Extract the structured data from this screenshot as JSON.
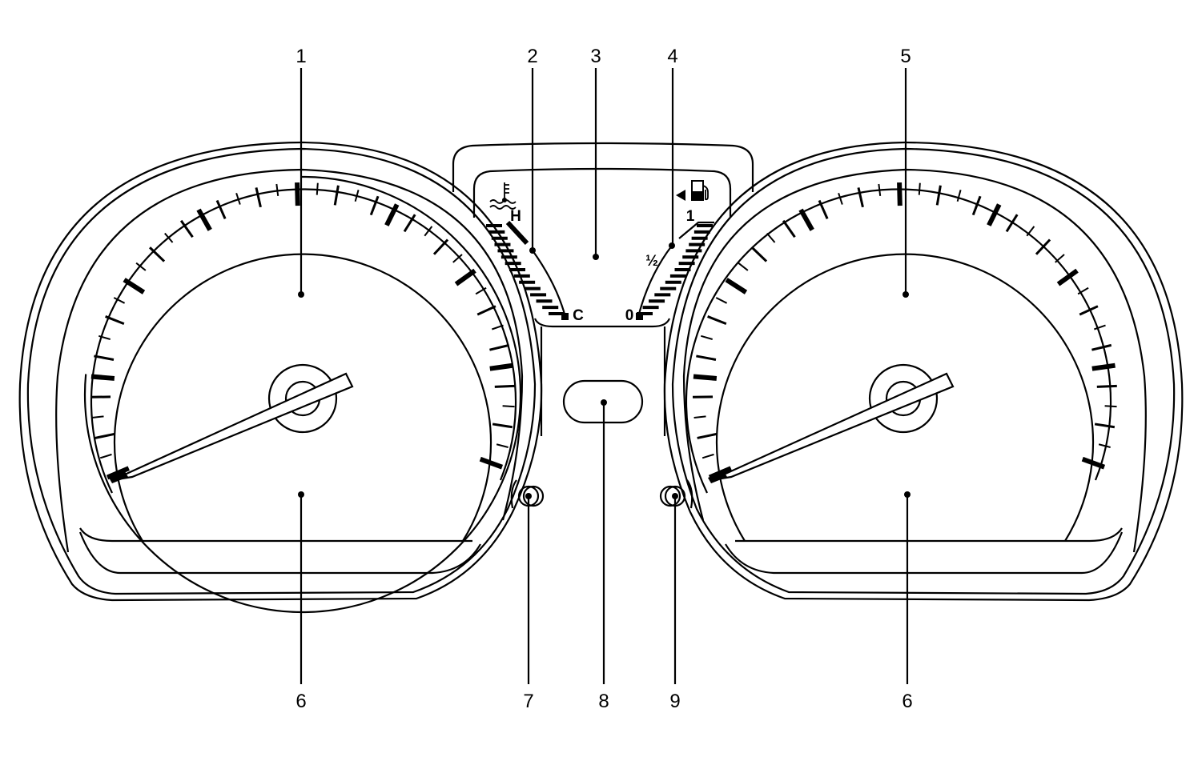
{
  "callouts": [
    {
      "number": "1"
    },
    {
      "number": "2"
    },
    {
      "number": "3"
    },
    {
      "number": "4"
    },
    {
      "number": "5"
    },
    {
      "number": "6"
    },
    {
      "number": "7"
    },
    {
      "number": "8"
    },
    {
      "number": "9"
    },
    {
      "number": "6"
    }
  ],
  "temperature_gauge": {
    "hot_label": "H",
    "cold_label": "C",
    "icon": "coolant-temperature-icon"
  },
  "fuel_gauge": {
    "full_label": "1",
    "half_label": "½",
    "empty_label": "0",
    "icon": "fuel-pump-icon"
  },
  "colors": {
    "line": "#000000",
    "background": "#ffffff"
  }
}
